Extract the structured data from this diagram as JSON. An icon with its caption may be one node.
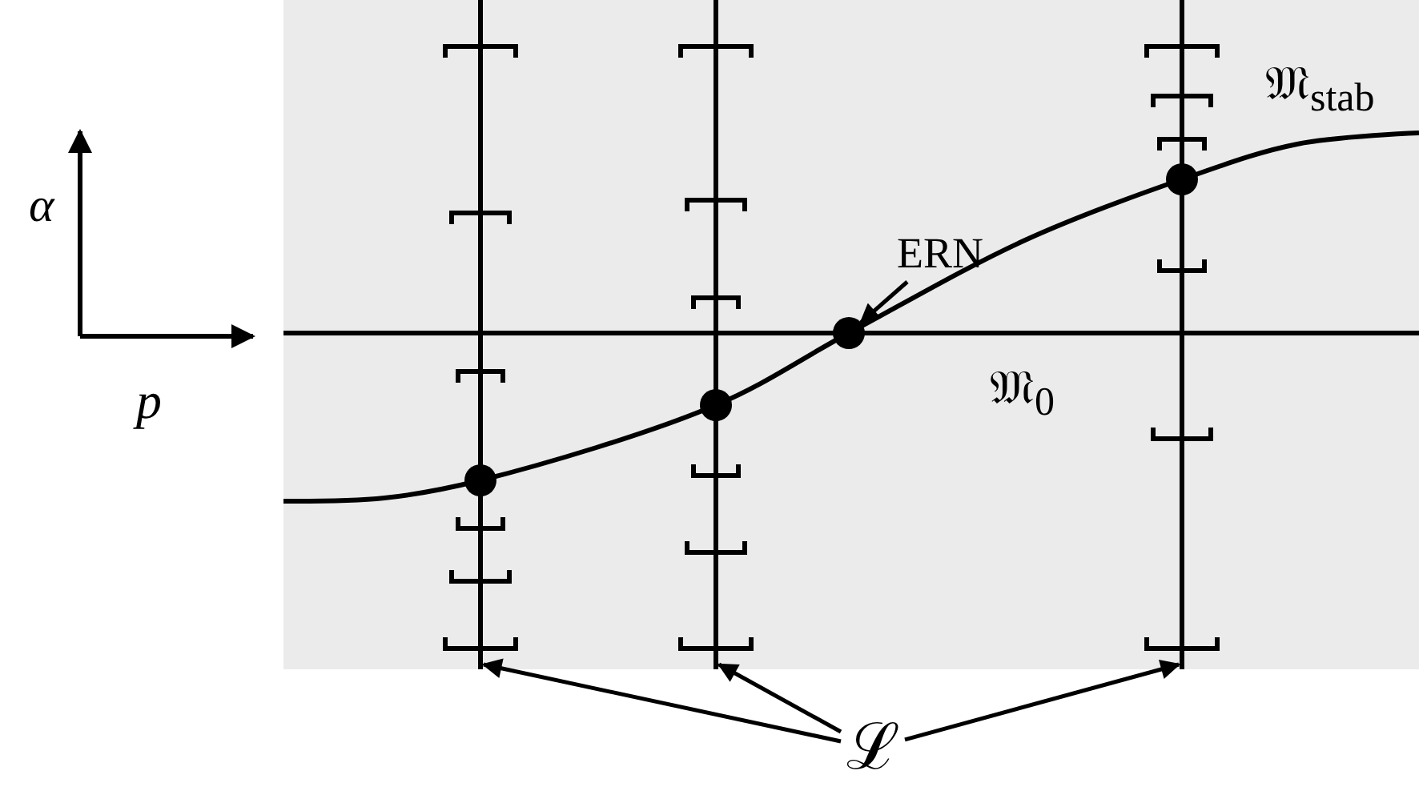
{
  "diagram": {
    "nodes": [
      {
        "text": [
          "ERN"
        ]
      },
      {
        "text": [],
        "shape": "circle"
      },
      {
        "text": [
          "ℒ"
        ]
      },
      {
        "text": [],
        "shape": "line"
      },
      {
        "text": [],
        "shape": "line"
      },
      {
        "text": [],
        "shape": "line"
      }
    ],
    "edges": [
      {
        "from": 0,
        "to": 1,
        "arrow": "to"
      },
      {
        "from": 2,
        "to": 3,
        "arrow": "to"
      },
      {
        "from": 2,
        "to": 4,
        "arrow": "to"
      },
      {
        "from": 2,
        "to": 5,
        "arrow": "to"
      }
    ],
    "labels": [
      "𝔐$_{stab}$",
      "α",
      "p",
      "𝔐$_{0}$"
    ]
  }
}
